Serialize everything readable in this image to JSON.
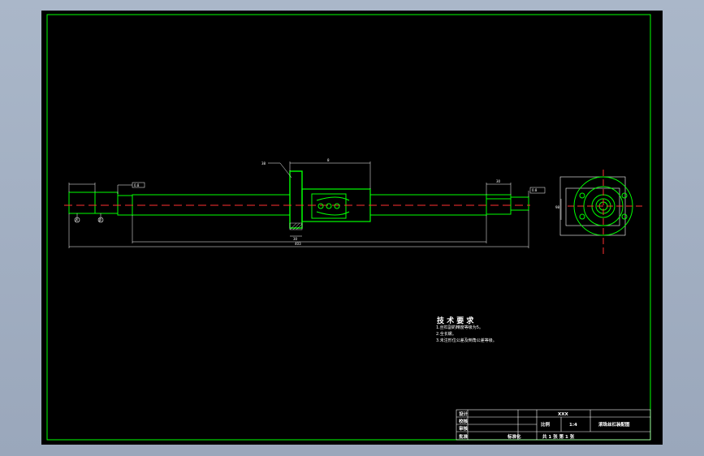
{
  "colors": {
    "frame": "#00ff00",
    "geometry": "#ffffff",
    "centerline": "#ff3030",
    "dimension": "#ffffff",
    "hatch": "#d8d8d8"
  },
  "labels": {
    "top_dim": "8",
    "leader": "38",
    "overall_dim": "403",
    "inner_dim": "30",
    "tol_left": "0.8",
    "tol_right": "0.8",
    "end_dim": "30",
    "section_a": "A",
    "section_b": "B",
    "side_dim": "98"
  },
  "notes": {
    "title": "技 术 要 求",
    "lines": [
      "1.丝杠副的精度等级为5。",
      "2.全长螺。",
      "3.未注形位公差及倒角公差等级。"
    ]
  },
  "title_block": {
    "rows": [
      "设计",
      "校核",
      "审核",
      "批准"
    ],
    "company": "XXX",
    "scale_label": "比例",
    "scale_value": "1:4",
    "drawing_title": "滚珠丝杠装配图",
    "sheet_info": "共 1 张  第 1 张",
    "standard_label": "标准化"
  }
}
